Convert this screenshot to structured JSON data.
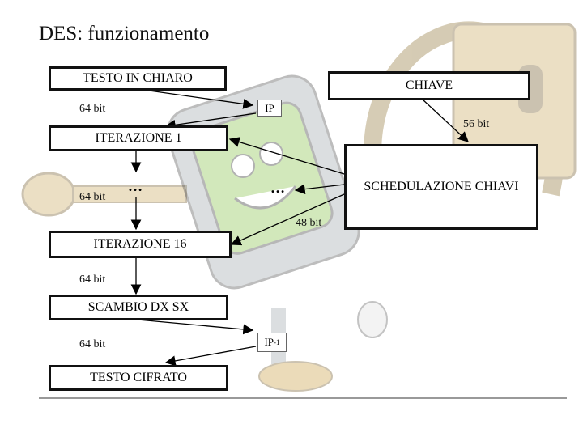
{
  "slide": {
    "title": "DES: funzionamento"
  },
  "boxes": {
    "plaintext": "TESTO IN CHIARO",
    "key": "CHIAVE",
    "round1": "ITERAZIONE 1",
    "key_schedule": "SCHEDULAZIONE CHIAVI",
    "round16": "ITERAZIONE 16",
    "swap": "SCAMBIO DX SX",
    "ciphertext": "TESTO CIFRATO"
  },
  "ops": {
    "ip": "IP",
    "ip_inverse": "IP",
    "ip_inverse_sup": "-1"
  },
  "labels": {
    "bits_plain": "64 bit",
    "bits_key": "56 bit",
    "bits_round": "64 bit",
    "bits_subkey": "48 bit",
    "bits_after16": "64 bit",
    "bits_after_swap": "64 bit"
  },
  "ellipses": {
    "rounds": "…",
    "subkeys": "…"
  },
  "colors": {
    "line": "#000000",
    "background": "#ffffff",
    "cartoon": "#cfc6a6"
  }
}
